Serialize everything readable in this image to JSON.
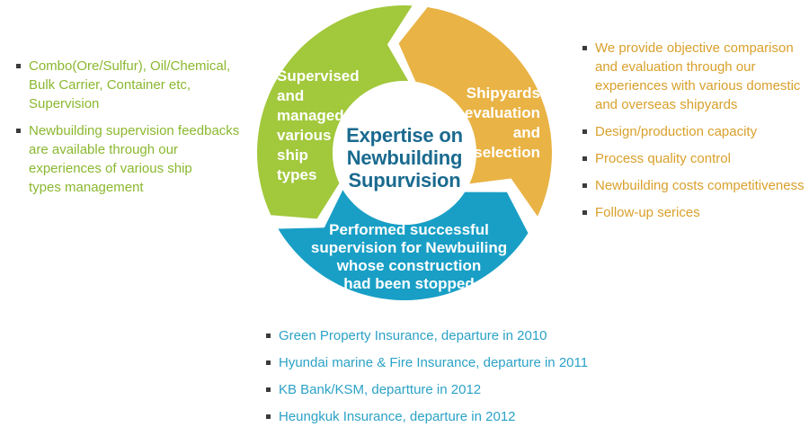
{
  "background_color": "#ffffff",
  "bullet_color": "#3b3b3b",
  "diagram": {
    "center_title": {
      "lines": [
        "Expertise on",
        "Newbuilding",
        "Supurvision"
      ],
      "color": "#1a6a8f"
    },
    "segments": {
      "supervised": {
        "color": "#a2c83c",
        "lines": [
          "Supervised",
          "and",
          "managed",
          "various",
          "ship",
          "types"
        ]
      },
      "shipyards": {
        "color": "#e9b345",
        "lines": [
          "Shipyards",
          "evaluation",
          "and",
          "selection"
        ]
      },
      "performed": {
        "color": "#199fc6",
        "lines": [
          "Performed successful",
          "supervision for Newbuiling",
          "whose construction",
          "had been stopped"
        ]
      }
    }
  },
  "left_panel": {
    "text_color": "#8bb830",
    "items": [
      {
        "lines": [
          "Combo(Ore/Sulfur), Oil/Chemical,",
          "Bulk Carrier, Container etc,",
          "Supervision"
        ]
      },
      {
        "lines": [
          "Newbuilding supervision feedbacks",
          "are available through our",
          "experiences of various ship",
          "types management"
        ]
      }
    ]
  },
  "right_panel": {
    "text_color": "#d9a02b",
    "items": [
      {
        "lines": [
          "We provide objective comparison",
          "and evaluation through our",
          "experiences with various domestic",
          "and overseas shipyards"
        ]
      },
      {
        "lines": [
          "Design/production capacity"
        ]
      },
      {
        "lines": [
          "Process quality control"
        ]
      },
      {
        "lines": [
          "Newbuilding costs competitiveness"
        ]
      },
      {
        "lines": [
          "Follow-up serices"
        ]
      }
    ]
  },
  "bottom_panel": {
    "text_color": "#2ba2c6",
    "items": [
      {
        "lines": [
          "Green Property Insurance, departure in 2010"
        ]
      },
      {
        "lines": [
          "Hyundai marine & Fire Insurance, departure in 2011"
        ]
      },
      {
        "lines": [
          "KB Bank/KSM, departture in 2012"
        ]
      },
      {
        "lines": [
          "Heungkuk Insurance, departure in 2012"
        ]
      }
    ]
  }
}
